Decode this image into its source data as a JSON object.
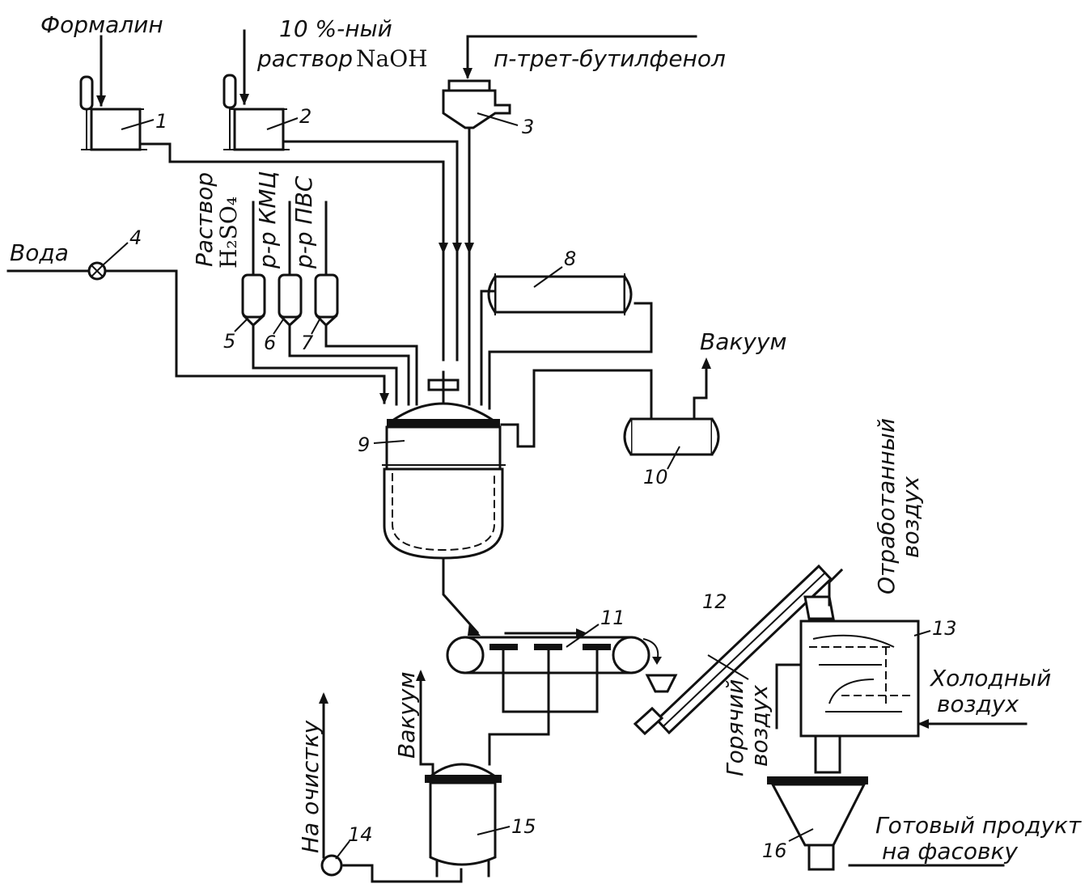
{
  "labels": {
    "formalin": "Формалин",
    "naoh_percent": "10 %-ный",
    "naoh_solution": "раствор",
    "naoh_formula": "NaOH",
    "butylphenol": "п-трет-бутилфенол",
    "water": "Вода",
    "h2so4_title": "Раствор",
    "h2so4_formula": "H₂SO₄",
    "kmc": "р-р КМЦ",
    "pvs": "р-р ПВС",
    "vacuum_top": "Вакуум",
    "exhaust_air_1": "Отработанный",
    "exhaust_air_2": "воздух",
    "cold_air_1": "Холодный",
    "cold_air_2": "воздух",
    "hot_air_1": "Горячий",
    "hot_air_2": "воздух",
    "vacuum_bottom": "Вакуум",
    "to_cleaning": "На очистку",
    "product_1": "Готовый продукт",
    "product_2": "на фасовку"
  },
  "numbers": [
    "1",
    "2",
    "3",
    "4",
    "5",
    "6",
    "7",
    "8",
    "9",
    "10",
    "11",
    "12",
    "13",
    "14",
    "15",
    "16"
  ]
}
